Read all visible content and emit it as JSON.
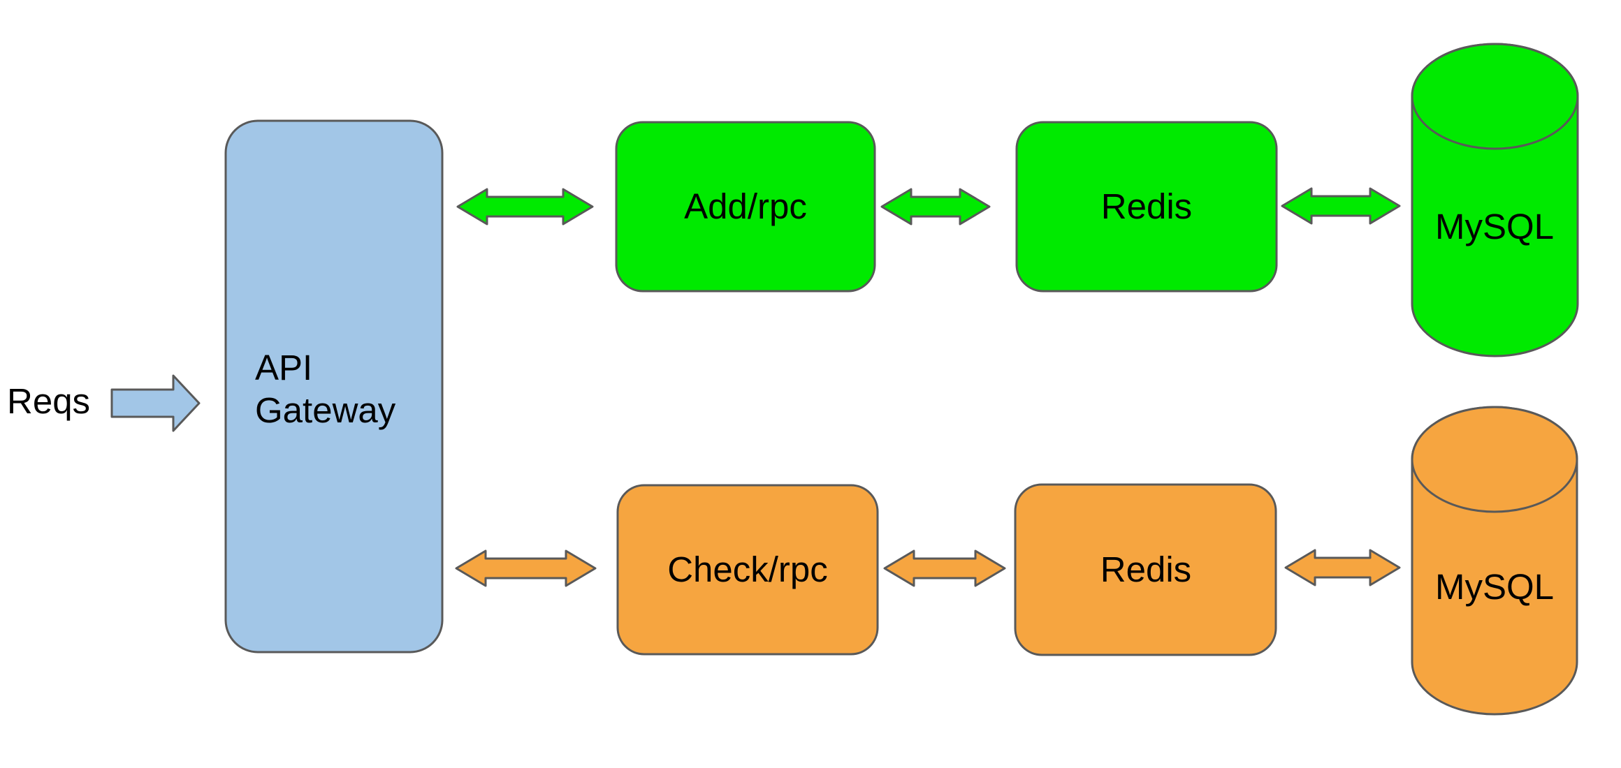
{
  "diagram": {
    "request_label": "Reqs",
    "gateway": {
      "label_line1": "API",
      "label_line2": "Gateway"
    },
    "top_row": {
      "service_label": "Add/rpc",
      "cache_label": "Redis",
      "database_label": "MySQL"
    },
    "bottom_row": {
      "service_label": "Check/rpc",
      "cache_label": "Redis",
      "database_label": "MySQL"
    },
    "edges": [
      {
        "from": "reqs",
        "to": "api-gateway",
        "direction": "right"
      },
      {
        "from": "api-gateway",
        "to": "add-rpc",
        "direction": "bidirectional"
      },
      {
        "from": "add-rpc",
        "to": "redis-top",
        "direction": "bidirectional"
      },
      {
        "from": "redis-top",
        "to": "mysql-top",
        "direction": "bidirectional"
      },
      {
        "from": "api-gateway",
        "to": "check-rpc",
        "direction": "bidirectional"
      },
      {
        "from": "check-rpc",
        "to": "redis-bottom",
        "direction": "bidirectional"
      },
      {
        "from": "redis-bottom",
        "to": "mysql-bottom",
        "direction": "bidirectional"
      }
    ],
    "colors": {
      "service_green": "#00ea00",
      "service_orange": "#f6a540",
      "gateway_blue": "#a2c6e7",
      "outline_gray": "#595959",
      "text_black": "#000000",
      "background": "#ffffff"
    }
  }
}
